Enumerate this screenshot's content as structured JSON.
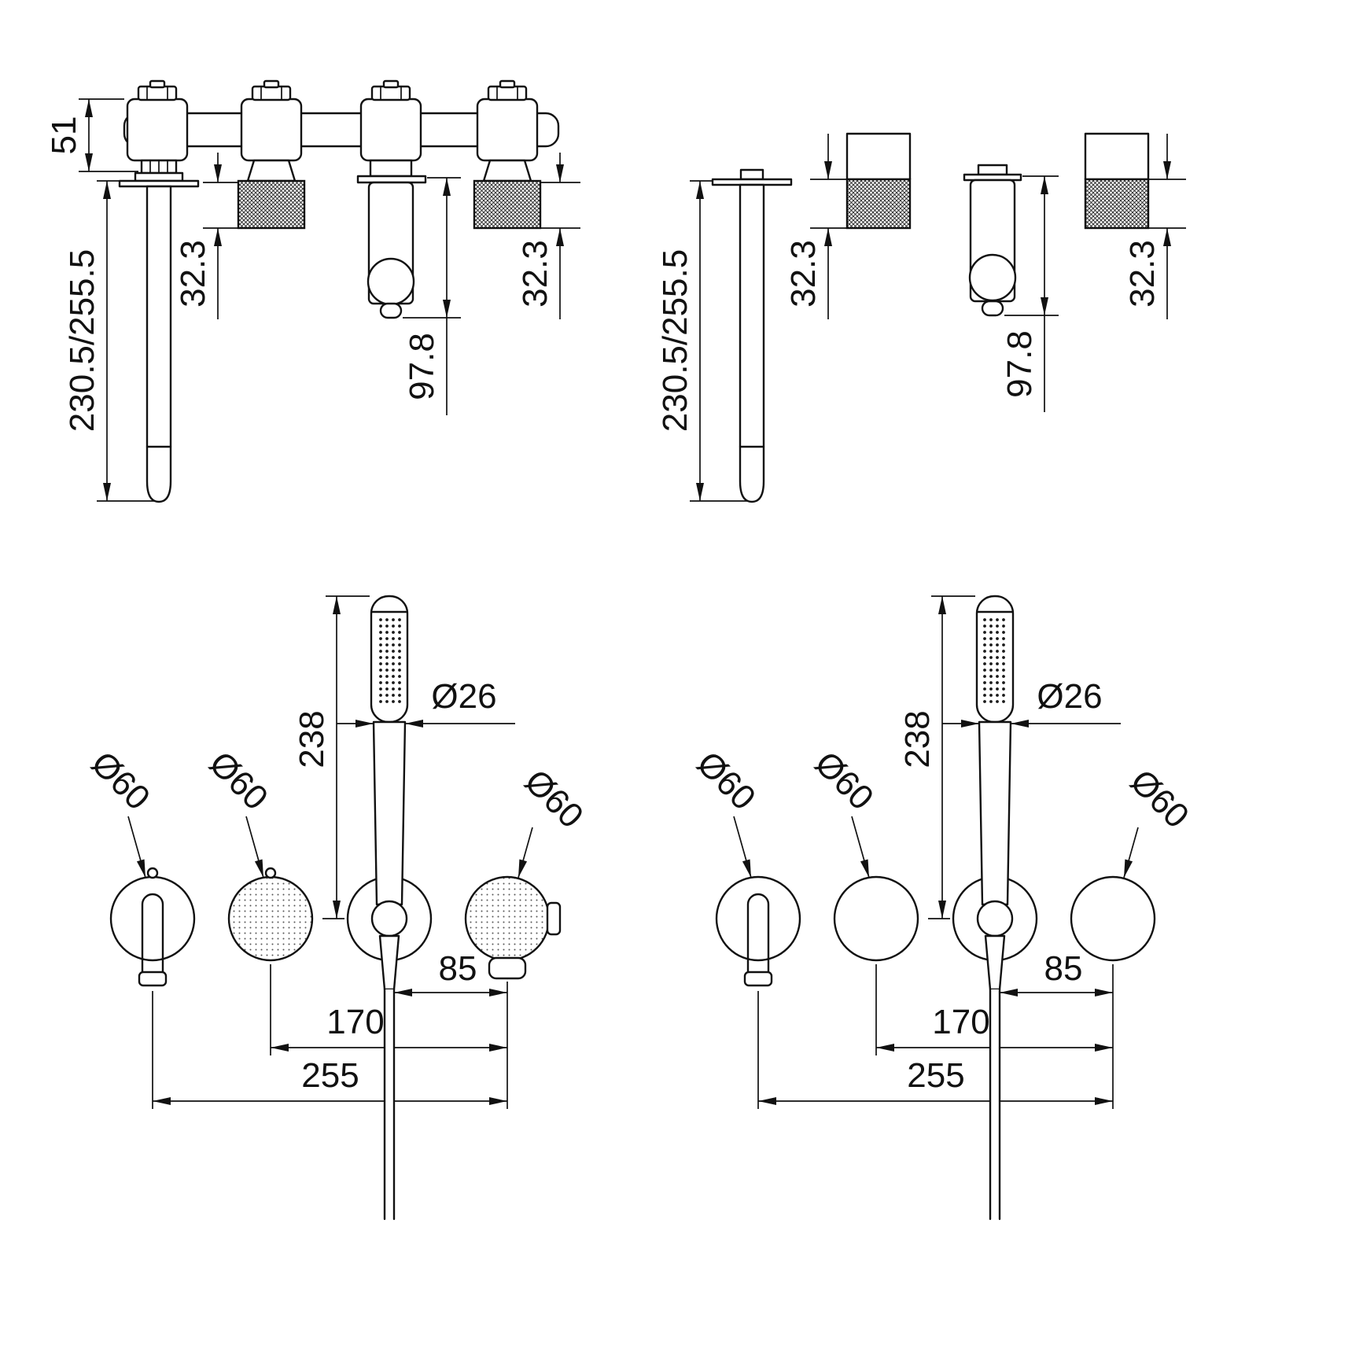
{
  "views": {
    "top_left": {
      "dims": {
        "body_height": "51",
        "spout_projection": "230.5/255.5",
        "left_handle_depth": "32.3",
        "diverter_depth": "97.8",
        "right_handle_depth": "32.3"
      }
    },
    "top_right": {
      "dims": {
        "spout_projection": "230.5/255.5",
        "left_handle_depth": "32.3",
        "diverter_depth": "97.8",
        "right_handle_depth": "32.3"
      }
    },
    "bottom_left": {
      "dims": {
        "handshower_length": "238",
        "handshower_diameter": "Ø26",
        "spout_trim_diameter": "Ø60",
        "left_handle_trim_diameter": "Ø60",
        "right_handle_trim_diameter": "Ø60",
        "diverter_to_handle_spacing": "85",
        "handle_to_handle_spacing": "170",
        "overall_spacing": "255"
      }
    },
    "bottom_right": {
      "dims": {
        "handshower_length": "238",
        "handshower_diameter": "Ø26",
        "spout_trim_diameter": "Ø60",
        "left_handle_trim_diameter": "Ø60",
        "right_handle_trim_diameter": "Ø60",
        "diverter_to_handle_spacing": "85",
        "handle_to_handle_spacing": "170",
        "overall_spacing": "255"
      }
    }
  },
  "colors": {
    "line": "#111111",
    "background": "#ffffff"
  }
}
